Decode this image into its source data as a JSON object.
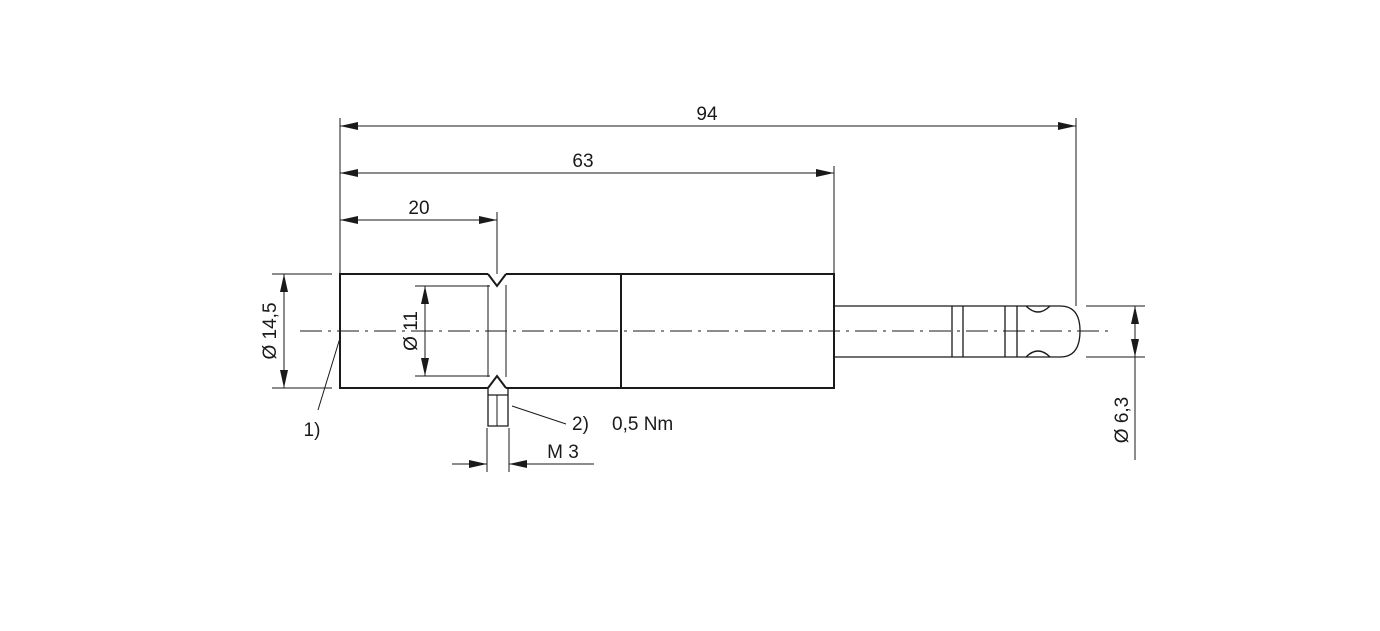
{
  "drawing": {
    "dimensions": {
      "overall_length": "94",
      "body_length": "63",
      "groove_position": "20",
      "body_diameter": "Ø 14,5",
      "groove_diameter": "Ø 11",
      "cable_diameter": "Ø 6,3",
      "thread": "M 3"
    },
    "callouts": {
      "item1": "1)",
      "item2": "2)",
      "torque": "0,5 Nm"
    }
  }
}
